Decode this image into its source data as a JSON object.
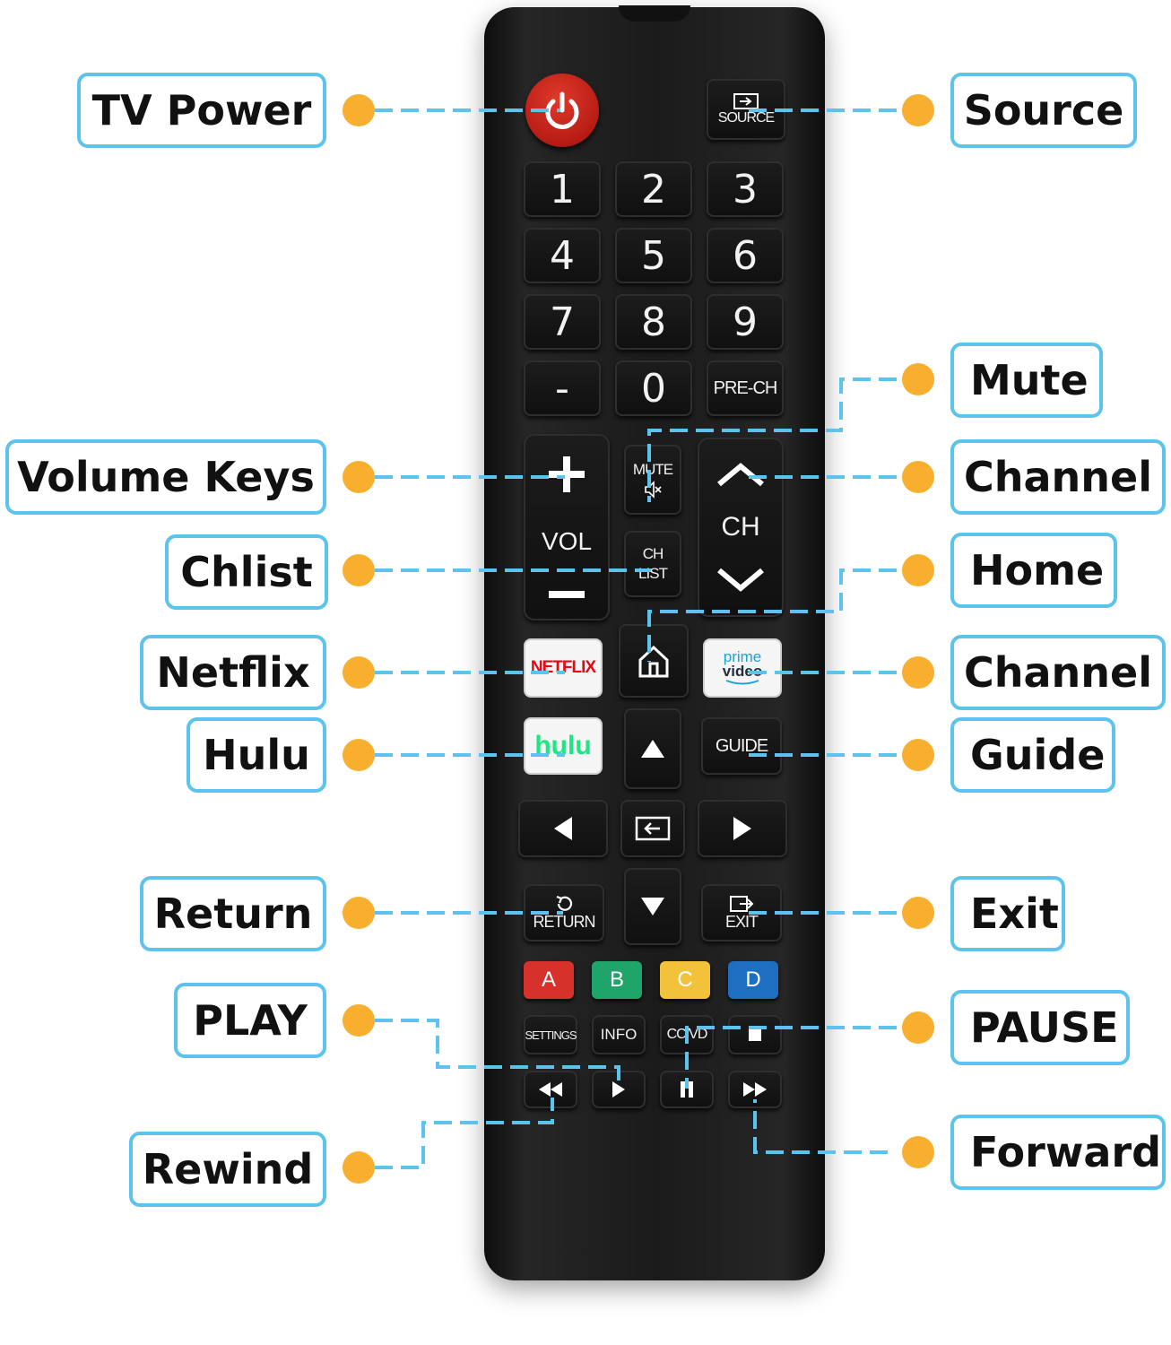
{
  "colors": {
    "callout_border": "#5cc3ec",
    "callout_dot": "#f8ae2e",
    "remote_body": "#1b1b1b",
    "power_button": "#c62618",
    "key_a": "#d6312b",
    "key_b": "#1fa46a",
    "key_c": "#f2c23b",
    "key_d": "#1e6fc2"
  },
  "callouts": {
    "tv_power": "TV Power",
    "source": "Source",
    "mute": "Mute",
    "volume_keys": "Volume Keys",
    "channel_rocker": "Channel",
    "chlist": "Chlist",
    "home": "Home",
    "netflix": "Netflix",
    "prime_channel": "Channel",
    "hulu": "Hulu",
    "guide": "Guide",
    "return": "Return",
    "exit": "Exit",
    "play": "PLAY",
    "pause": "PAUSE",
    "rewind": "Rewind",
    "forward": "Forward"
  },
  "remote": {
    "source_label": "SOURCE",
    "number_keys": [
      "1",
      "2",
      "3",
      "4",
      "5",
      "6",
      "7",
      "8",
      "9"
    ],
    "minus_key": "-",
    "zero_key": "0",
    "prech_key": "PRE-CH",
    "vol_label": "VOL",
    "ch_label": "CH",
    "mute_label": "MUTE",
    "chlist_line1": "CH",
    "chlist_line2": "LIST",
    "netflix_logo": "NETFLIX",
    "prime_line1": "prime",
    "prime_line2": "video",
    "hulu_logo": "hulu",
    "guide_label": "GUIDE",
    "return_label": "RETURN",
    "exit_label": "EXIT",
    "color_keys": [
      "A",
      "B",
      "C",
      "D"
    ],
    "settings_label": "SETTINGS",
    "info_label": "INFO",
    "ccvd_label": "CC/VD",
    "home_icon": "home-icon",
    "power_icon": "power-icon"
  }
}
